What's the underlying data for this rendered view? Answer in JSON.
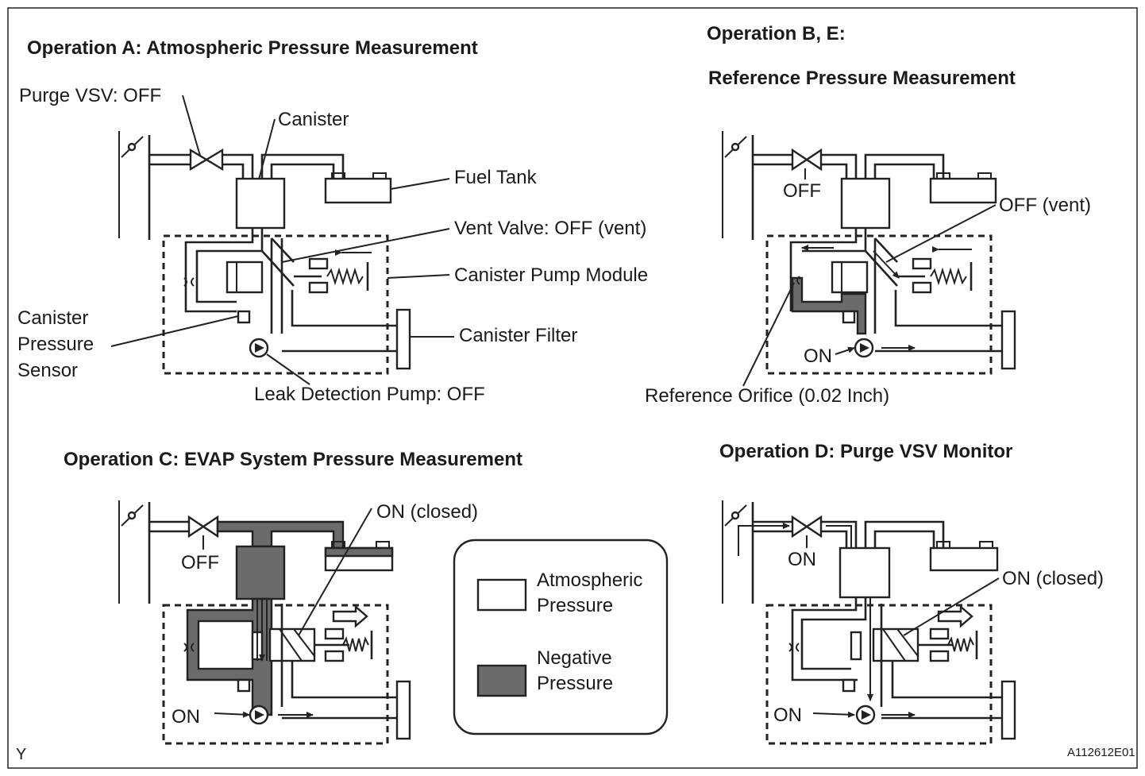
{
  "titles": {
    "op_a": "Operation A: Atmospheric Pressure Measurement",
    "op_b_line1": "Operation B, E:",
    "op_b_line2": "Reference Pressure Measurement",
    "op_c": "Operation C: EVAP System Pressure Measurement",
    "op_d": "Operation D: Purge VSV Monitor"
  },
  "labels_a": {
    "purge_vsv": "Purge VSV: OFF",
    "canister": "Canister",
    "fuel_tank": "Fuel Tank",
    "vent_valve": "Vent Valve: OFF (vent)",
    "pump_module": "Canister Pump Module",
    "sensor_line1": "Canister",
    "sensor_line2": "Pressure",
    "sensor_line3": "Sensor",
    "canister_filter": "Canister Filter",
    "leak_pump": "Leak Detection Pump: OFF"
  },
  "labels_b": {
    "off": "OFF",
    "off_vent": "OFF (vent)",
    "on": "ON",
    "orifice": "Reference Orifice (0.02 Inch)"
  },
  "labels_c": {
    "off": "OFF",
    "on_closed": "ON (closed)",
    "on": "ON"
  },
  "labels_d": {
    "on_vsv": "ON",
    "on_closed": "ON (closed)",
    "on": "ON"
  },
  "legend": {
    "atm_line1": "Atmospheric",
    "atm_line2": "Pressure",
    "neg_line1": "Negative",
    "neg_line2": "Pressure",
    "atm_color": "#ffffff",
    "neg_color": "#6b6b6b"
  },
  "corner": {
    "left": "Y",
    "right": "A112612E01"
  }
}
